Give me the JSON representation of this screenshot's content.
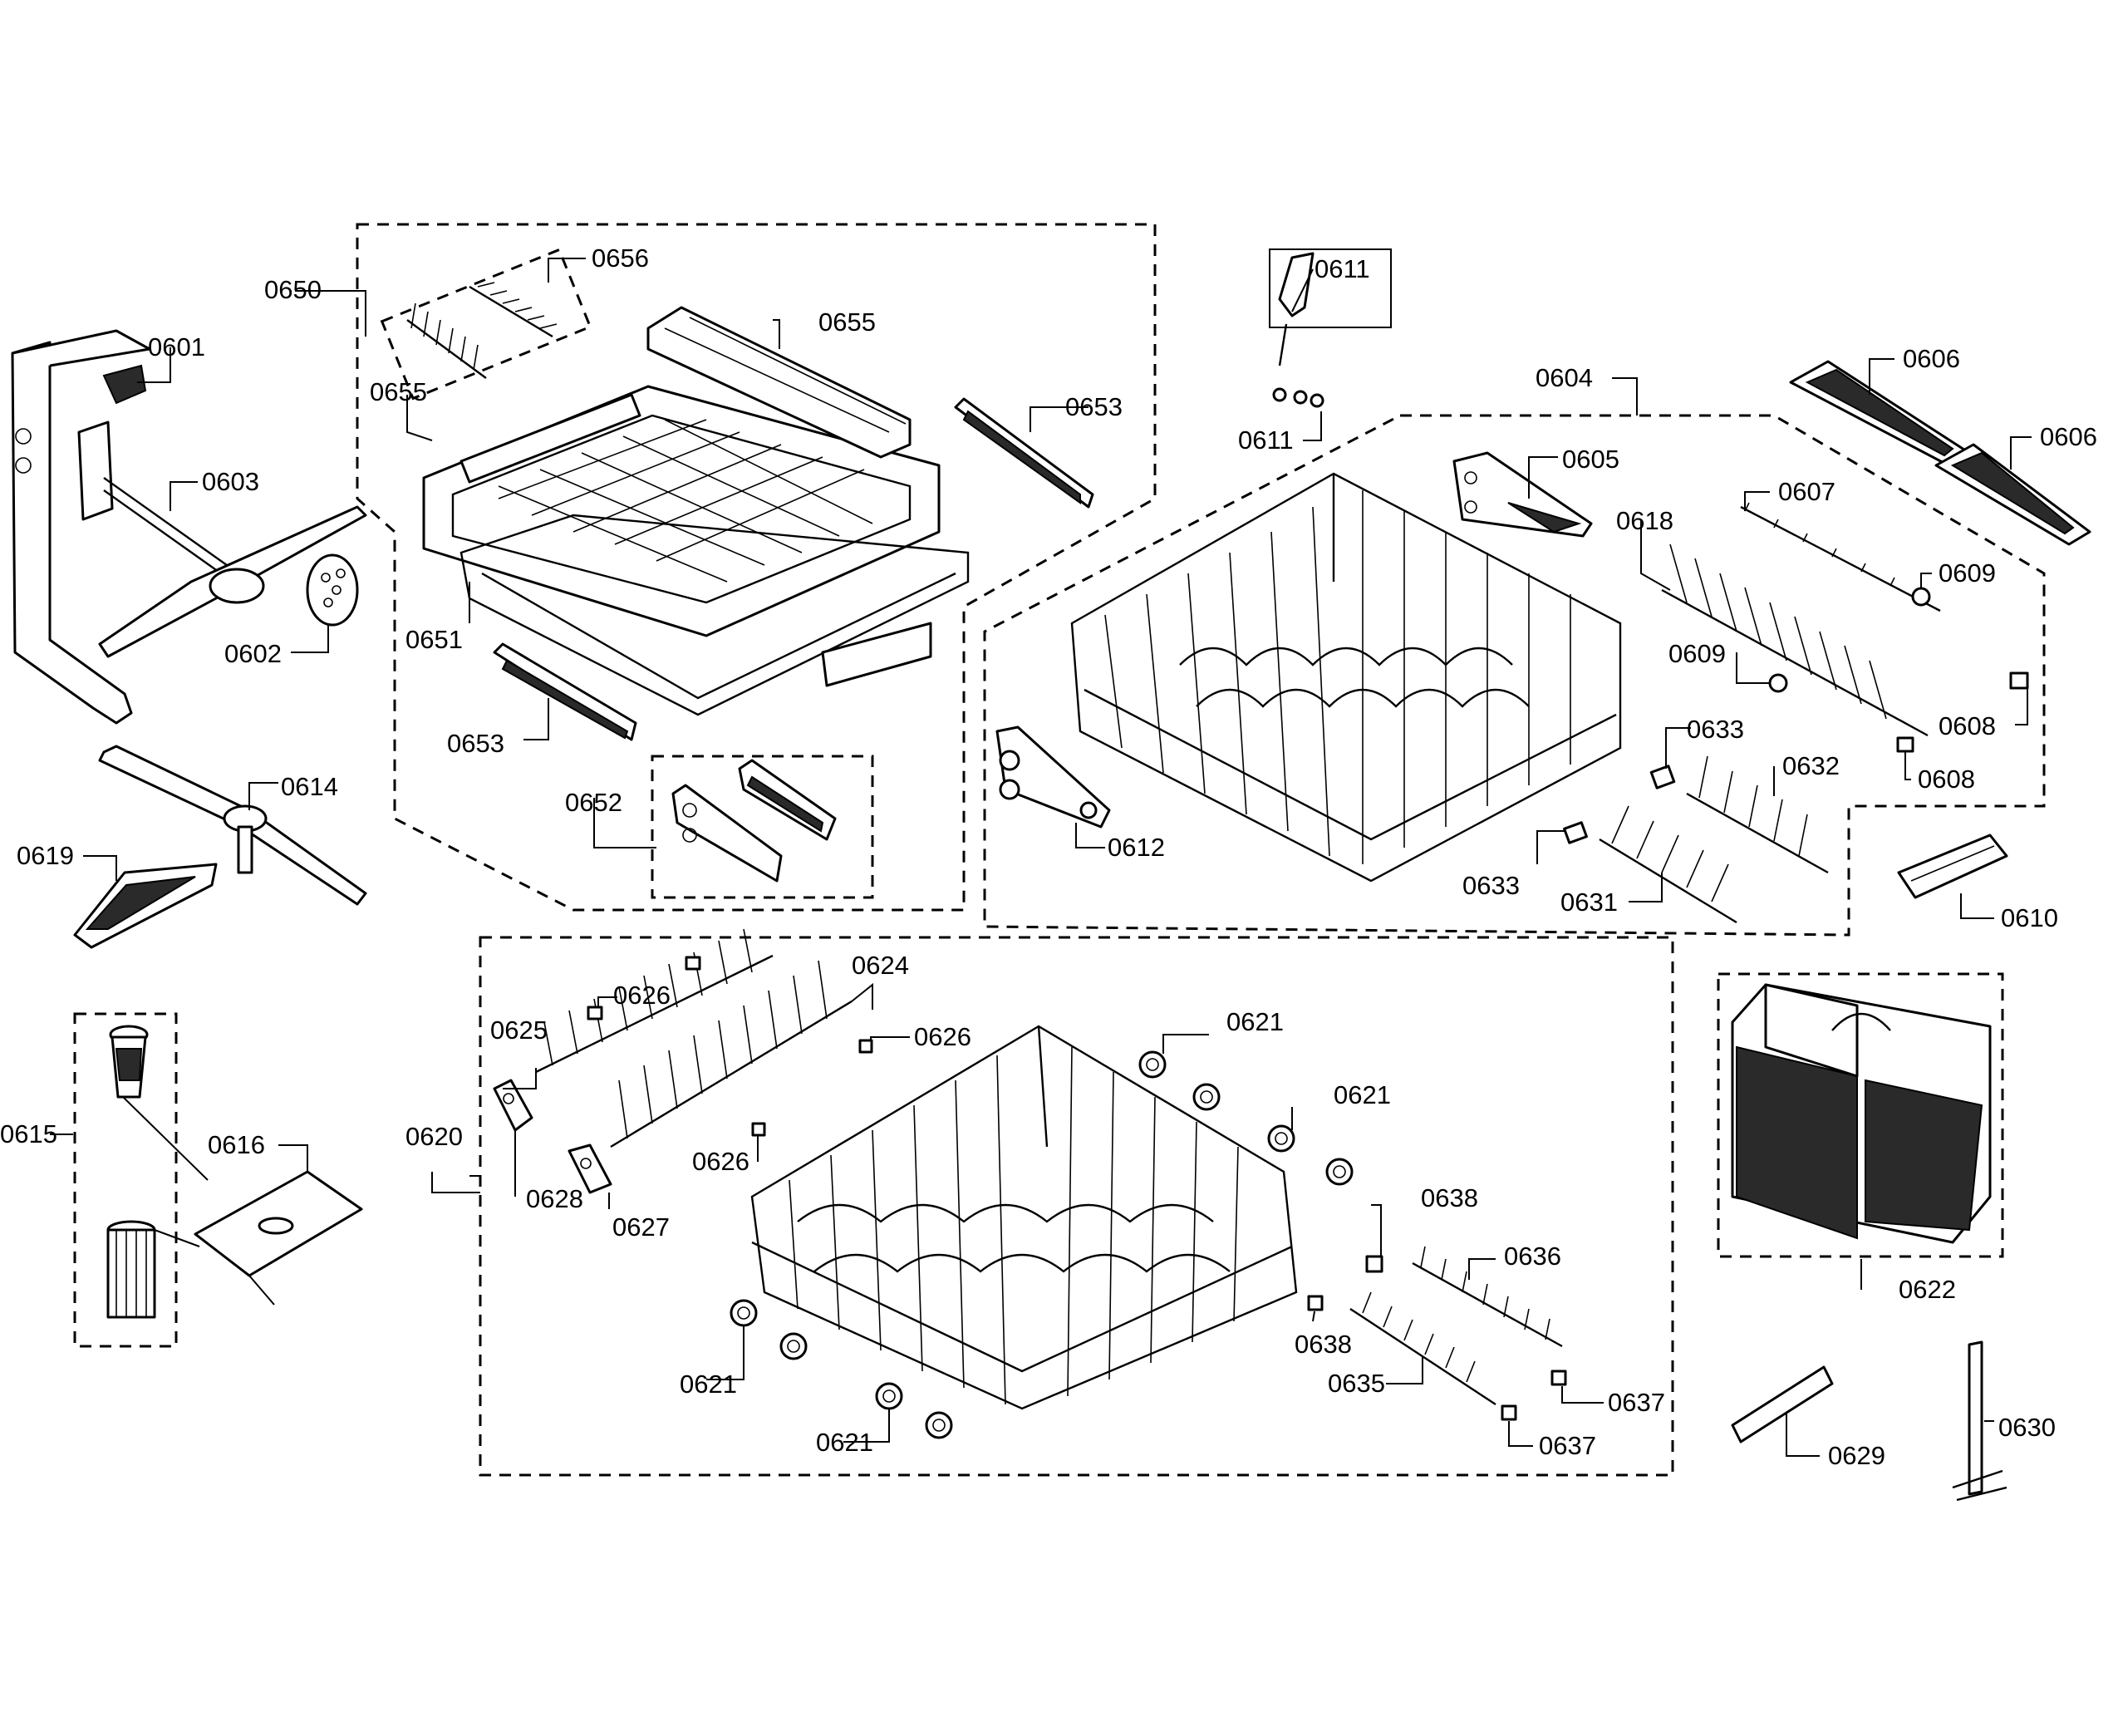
{
  "labels": {
    "l0650": "0650",
    "l0656": "0656",
    "l0655a": "0655",
    "l0655b": "0655",
    "l0653a": "0653",
    "l0651": "0651",
    "l0653b": "0653",
    "l0652": "0652",
    "l0601": "0601",
    "l0603": "0603",
    "l0602": "0602",
    "l0614": "0614",
    "l0619": "0619",
    "l0611a": "0611",
    "l0611b": "0611",
    "l0604": "0604",
    "l0605": "0605",
    "l0606a": "0606",
    "l0606b": "0606",
    "l0607": "0607",
    "l0618": "0618",
    "l0609a": "0609",
    "l0609b": "0609",
    "l0608a": "0608",
    "l0608b": "0608",
    "l0633a": "0633",
    "l0632": "0632",
    "l0633b": "0633",
    "l0631": "0631",
    "l0612": "0612",
    "l0610": "0610",
    "l0615": "0615",
    "l0616": "0616",
    "l0624": "0624",
    "l0626a": "0626",
    "l0625": "0625",
    "l0626b": "0626",
    "l0626c": "0626",
    "l0620": "0620",
    "l0628": "0628",
    "l0627": "0627",
    "l0621a": "0621",
    "l0621b": "0621",
    "l0621c": "0621",
    "l0621d": "0621",
    "l0638a": "0638",
    "l0636": "0636",
    "l0638b": "0638",
    "l0635": "0635",
    "l0637a": "0637",
    "l0637b": "0637",
    "l0622": "0622",
    "l0629": "0629",
    "l0630": "0630"
  }
}
